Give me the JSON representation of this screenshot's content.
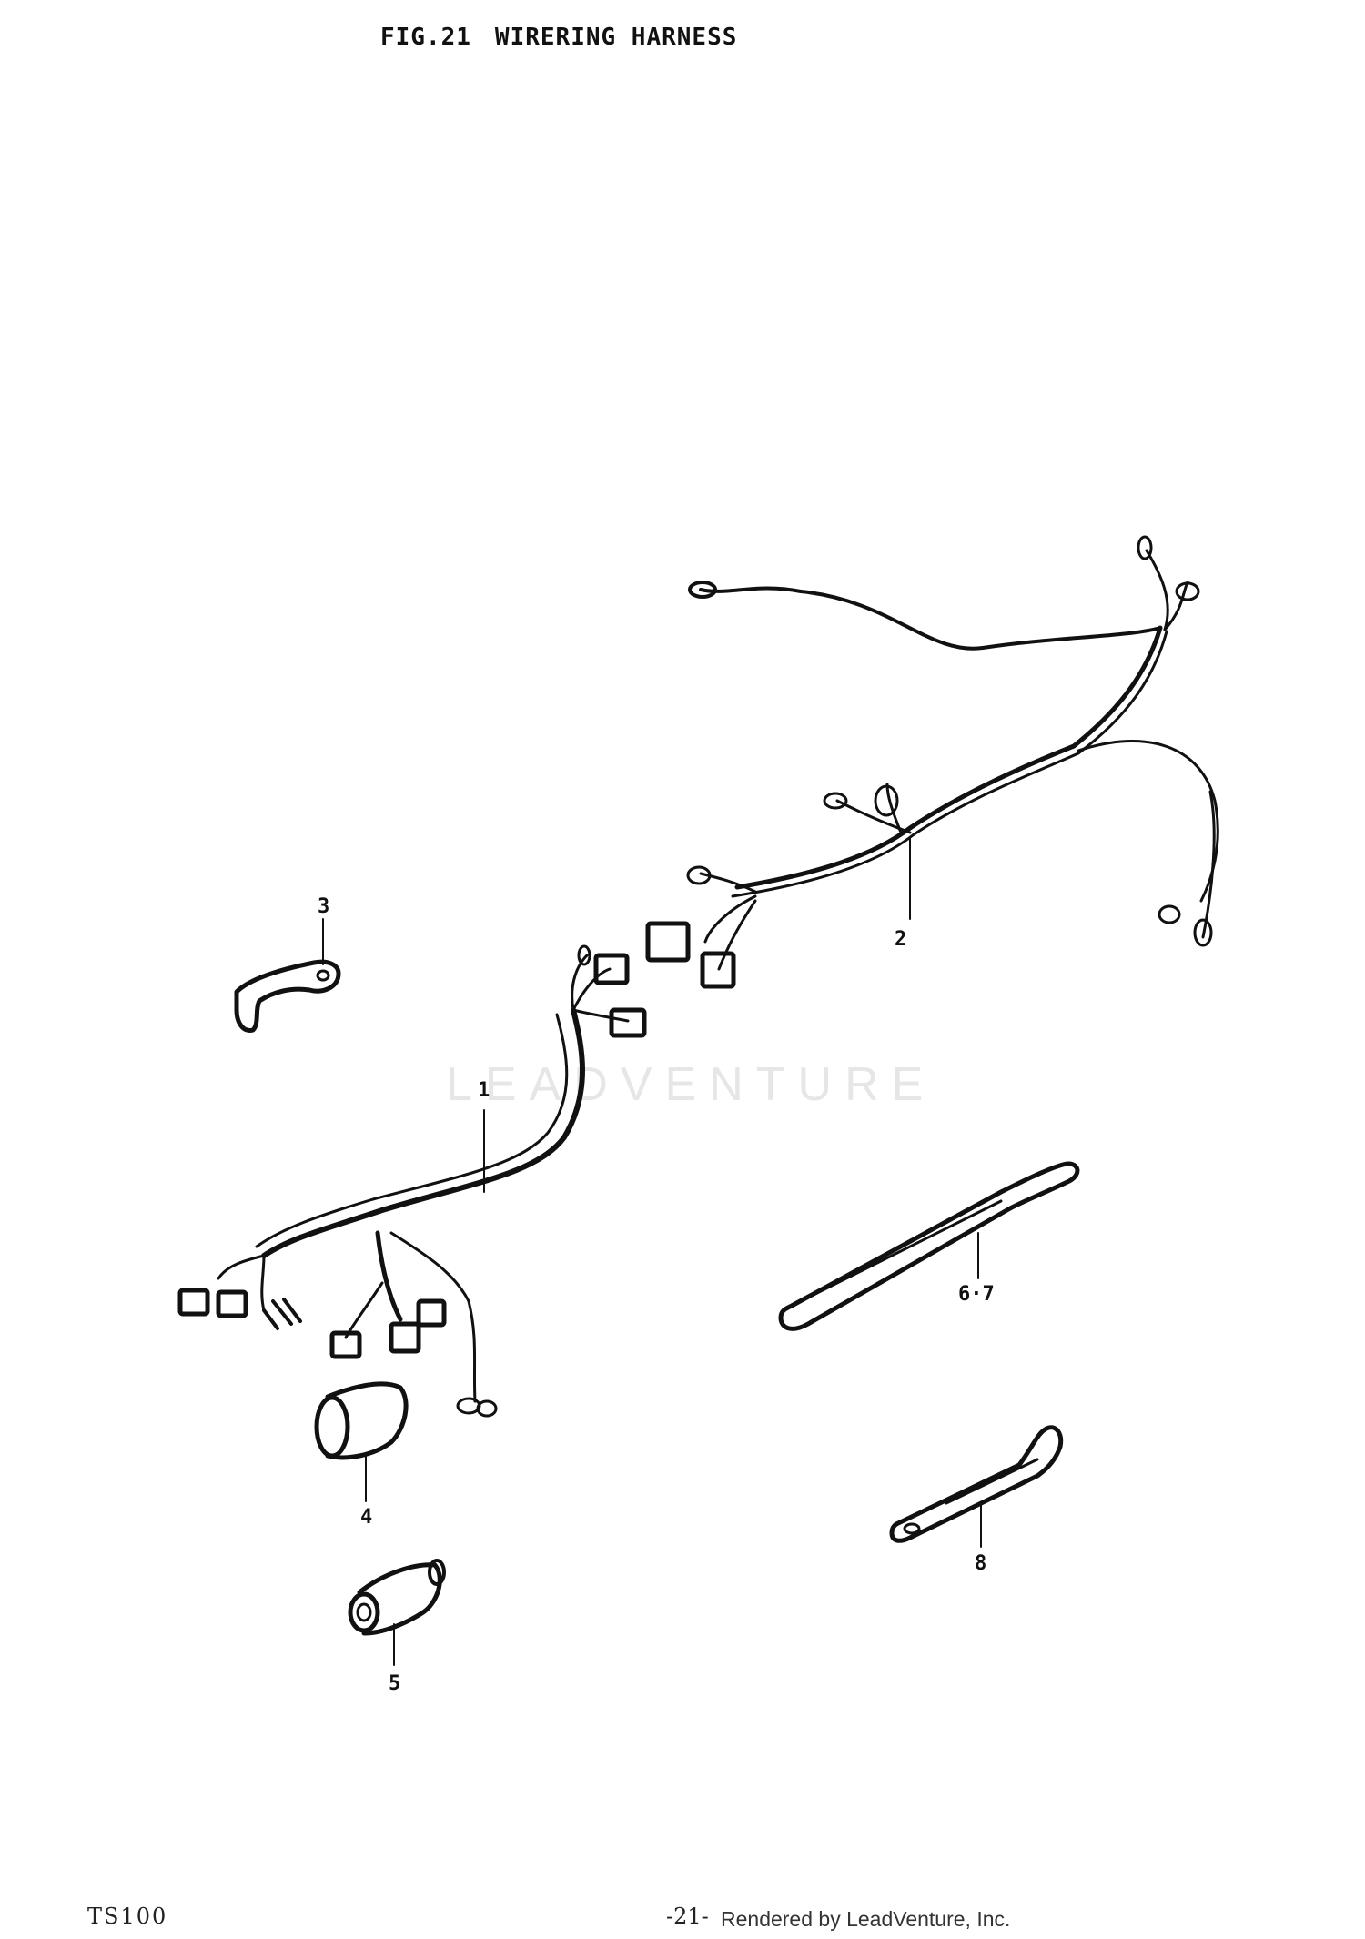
{
  "header": {
    "fig_number": "FIG.21",
    "fig_title": "WIRERING HARNESS"
  },
  "callouts": {
    "c1": "1",
    "c2": "2",
    "c3": "3",
    "c4": "4",
    "c5": "5",
    "c67": "6·7",
    "c8": "8"
  },
  "watermark": "LEADVENTURE",
  "footer": {
    "model": "TS100",
    "page": "-21-",
    "rendered_by": "Rendered by LeadVenture, Inc."
  }
}
